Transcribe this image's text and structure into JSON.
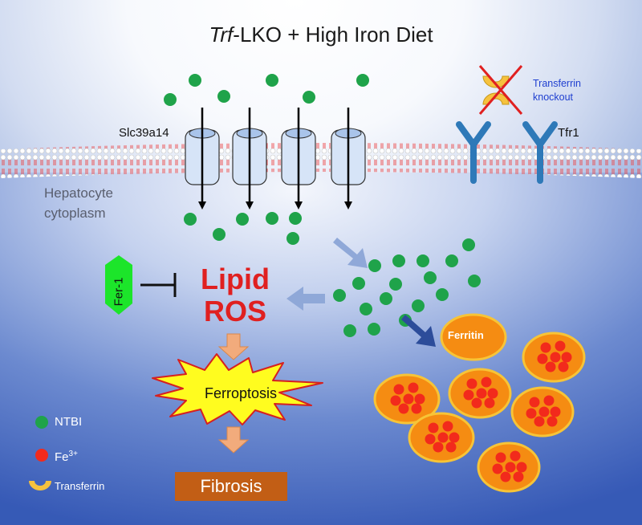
{
  "title": {
    "italic": "Trf",
    "rest": "-LKO + High Iron Diet"
  },
  "labels": {
    "slc39a14": "Slc39a14",
    "tfr1": "Tfr1",
    "transferrin_knockout": "Transferrin knockout",
    "hepatocyte": "Hepatocyte cytoplasm",
    "lipid_ros": "Lipid ROS",
    "ferritin": "Ferritin",
    "ferroptosis": "Ferroptosis",
    "fibrosis": "Fibrosis",
    "fer1": "Fer-1"
  },
  "legend": {
    "ntbi": "NTBI",
    "fe_base": "Fe",
    "fe_sup": "3+",
    "transferrin": "Transferrin"
  },
  "colors": {
    "ntbi": "#1fa34a",
    "fe3": "#f22a1c",
    "ferritin_fill": "#f58c12",
    "ferritin_edge": "#f7c437",
    "lipid_ros": "#e02020",
    "knockout_text": "#1f3fd0",
    "fibrosis_box": "#c25e15",
    "fer1_hexagon": "#1ce52a",
    "receptor": "#2e79b8"
  }
}
